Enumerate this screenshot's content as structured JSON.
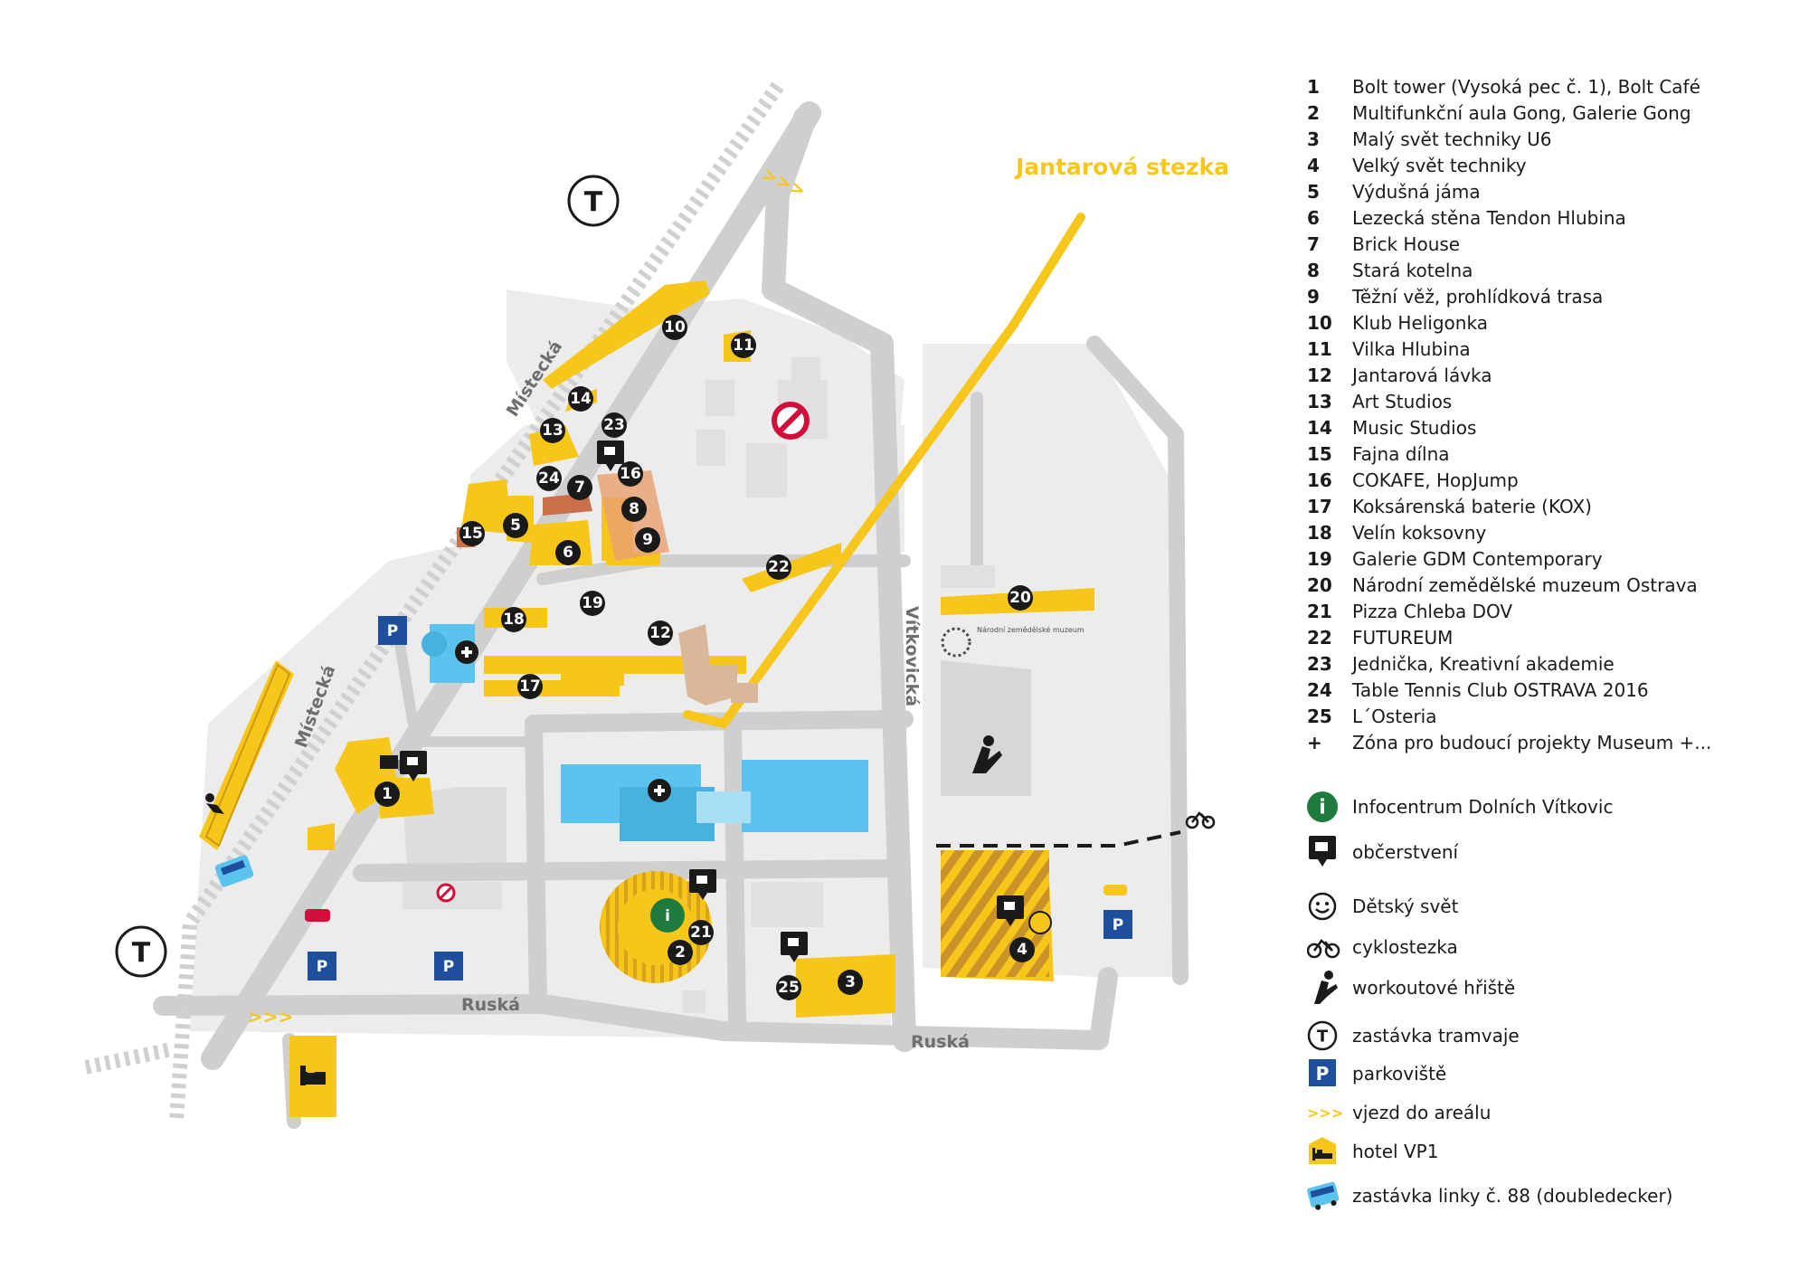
{
  "map": {
    "route_label": "Jantarová stezka",
    "streets": {
      "mistecka_top": "Místecká",
      "mistecka_bottom": "Místecká",
      "vitkovicka": "Vítkovická",
      "ruska_left": "Ruská",
      "ruska_right": "Ruská"
    },
    "museum_logo_text": "Národní zemědělské muzeum",
    "markers": [
      "1",
      "2",
      "3",
      "4",
      "5",
      "6",
      "7",
      "8",
      "9",
      "10",
      "11",
      "12",
      "13",
      "14",
      "15",
      "16",
      "17",
      "18",
      "19",
      "20",
      "21",
      "22",
      "23",
      "24",
      "25"
    ],
    "colors": {
      "building": "#f7c61b",
      "road": "#cfcfcf",
      "ground": "#ececec",
      "museum_zone": "#5bc3ee",
      "parking": "#1e4f9c",
      "info": "#1f7a3e",
      "noentry": "#d0103a"
    }
  },
  "legend": {
    "items": [
      {
        "num": "1",
        "label": "Bolt tower (Vysoká pec č. 1), Bolt Café"
      },
      {
        "num": "2",
        "label": "Multifunkční aula Gong, Galerie Gong"
      },
      {
        "num": "3",
        "label": "Malý svět techniky U6"
      },
      {
        "num": "4",
        "label": "Velký svět techniky"
      },
      {
        "num": "5",
        "label": "Výdušná jáma"
      },
      {
        "num": "6",
        "label": "Lezecká stěna Tendon Hlubina"
      },
      {
        "num": "7",
        "label": "Brick House"
      },
      {
        "num": "8",
        "label": "Stará kotelna"
      },
      {
        "num": "9",
        "label": "Těžní věž, prohlídková trasa"
      },
      {
        "num": "10",
        "label": "Klub Heligonka"
      },
      {
        "num": "11",
        "label": "Vilka Hlubina"
      },
      {
        "num": "12",
        "label": "Jantarová lávka"
      },
      {
        "num": "13",
        "label": "Art Studios"
      },
      {
        "num": "14",
        "label": "Music Studios"
      },
      {
        "num": "15",
        "label": "Fajna dílna"
      },
      {
        "num": "16",
        "label": "COKAFE, HopJump"
      },
      {
        "num": "17",
        "label": "Koksárenská baterie (KOX)"
      },
      {
        "num": "18",
        "label": "Velín koksovny"
      },
      {
        "num": "19",
        "label": "Galerie GDM Contemporary"
      },
      {
        "num": "20",
        "label": "Národní zemědělské muzeum Ostrava"
      },
      {
        "num": "21",
        "label": "Pizza Chleba DOV"
      },
      {
        "num": "22",
        "label": "FUTUREUM"
      },
      {
        "num": "23",
        "label": "Jednička, Kreativní akademie"
      },
      {
        "num": "24",
        "label": "Table Tennis Club OSTRAVA 2016"
      },
      {
        "num": "25",
        "label": "L´Osteria"
      },
      {
        "num": "+",
        "label": "Zóna pro budoucí projekty Museum +..."
      }
    ],
    "symbols": [
      {
        "icon": "info-icon",
        "label": "Infocentrum Dolních Vítkovic"
      },
      {
        "icon": "refreshment-icon",
        "label": "občerstvení"
      },
      {
        "icon": "smiley-icon",
        "label": "Dětský svět"
      },
      {
        "icon": "bicycle-icon",
        "label": "cyklostezka"
      },
      {
        "icon": "workout-icon",
        "label": "workoutové hřiště"
      },
      {
        "icon": "tram-stop-icon",
        "label": "zastávka tramvaje"
      },
      {
        "icon": "parking-icon",
        "label": "parkoviště"
      },
      {
        "icon": "entrance-arrows-icon",
        "label": "vjezd do areálu"
      },
      {
        "icon": "hotel-icon",
        "label": "hotel VP1"
      },
      {
        "icon": "bus-icon",
        "label": "zastávka linky č. 88 (doubledecker)"
      }
    ],
    "glyphs": {
      "info": "i",
      "tram": "T",
      "parking": "P",
      "arrows": ">>>"
    }
  }
}
